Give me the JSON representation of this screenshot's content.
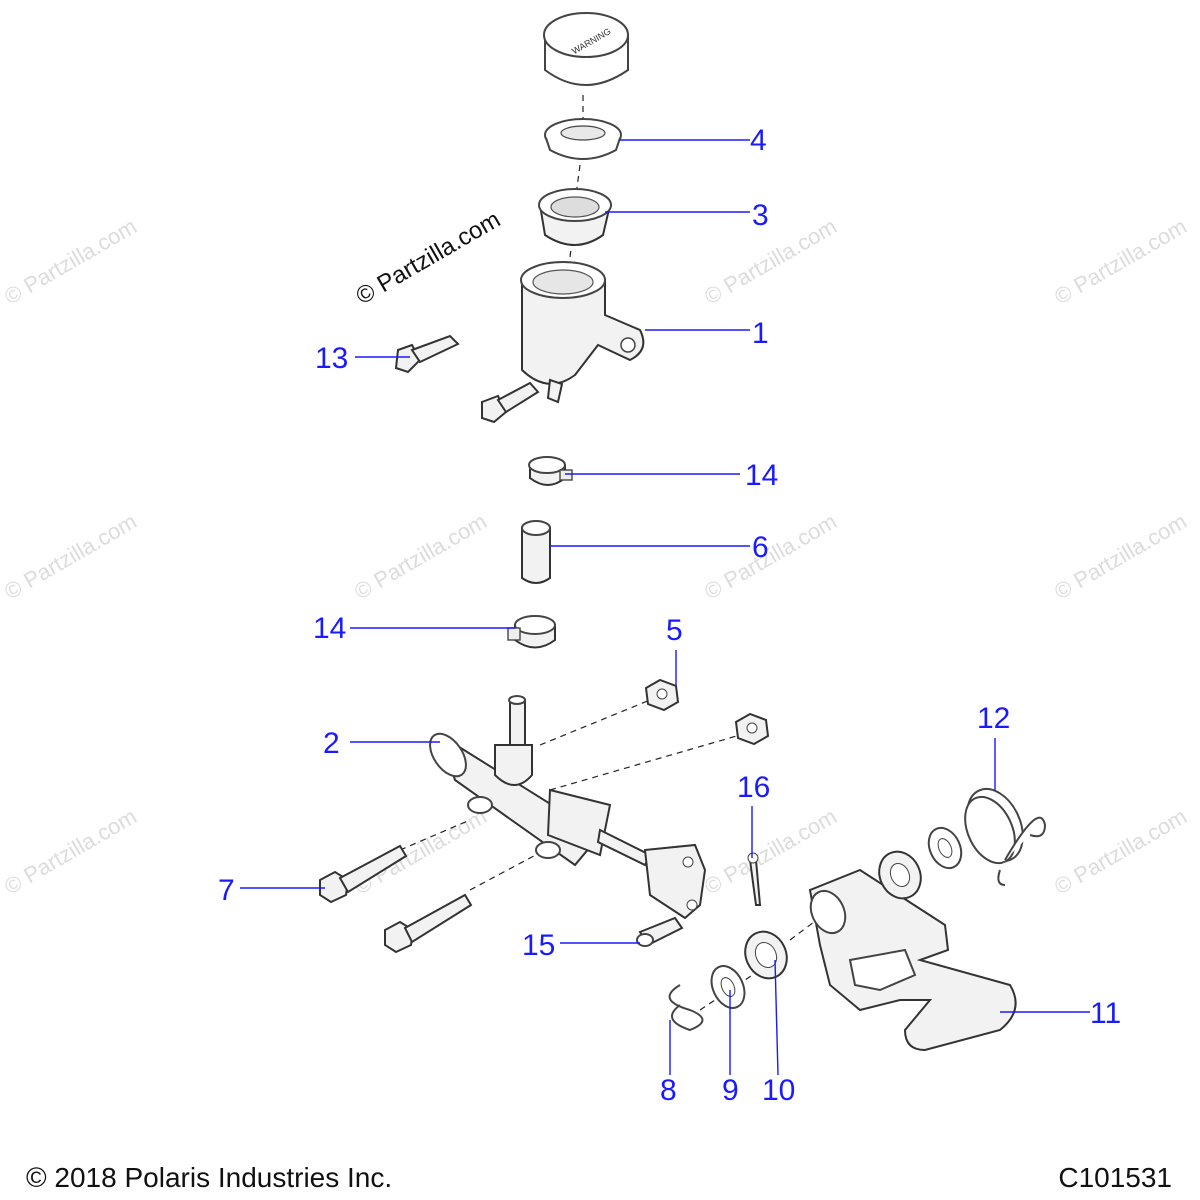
{
  "watermark": "© Partzilla.com",
  "footer": {
    "copyright": "© 2018 Polaris Industries Inc.",
    "drawing_code": "C101531"
  },
  "callouts": {
    "c1": "1",
    "c2": "2",
    "c3": "3",
    "c4": "4",
    "c5": "5",
    "c6": "6",
    "c7": "7",
    "c8": "8",
    "c9": "9",
    "c10": "10",
    "c11": "11",
    "c12": "12",
    "c13": "13",
    "c14a": "14",
    "c14b": "14",
    "c15": "15",
    "c16": "16"
  },
  "colors": {
    "callout": "#1a1aff",
    "part_stroke": "#333333",
    "watermark": "#dcdcdc"
  }
}
